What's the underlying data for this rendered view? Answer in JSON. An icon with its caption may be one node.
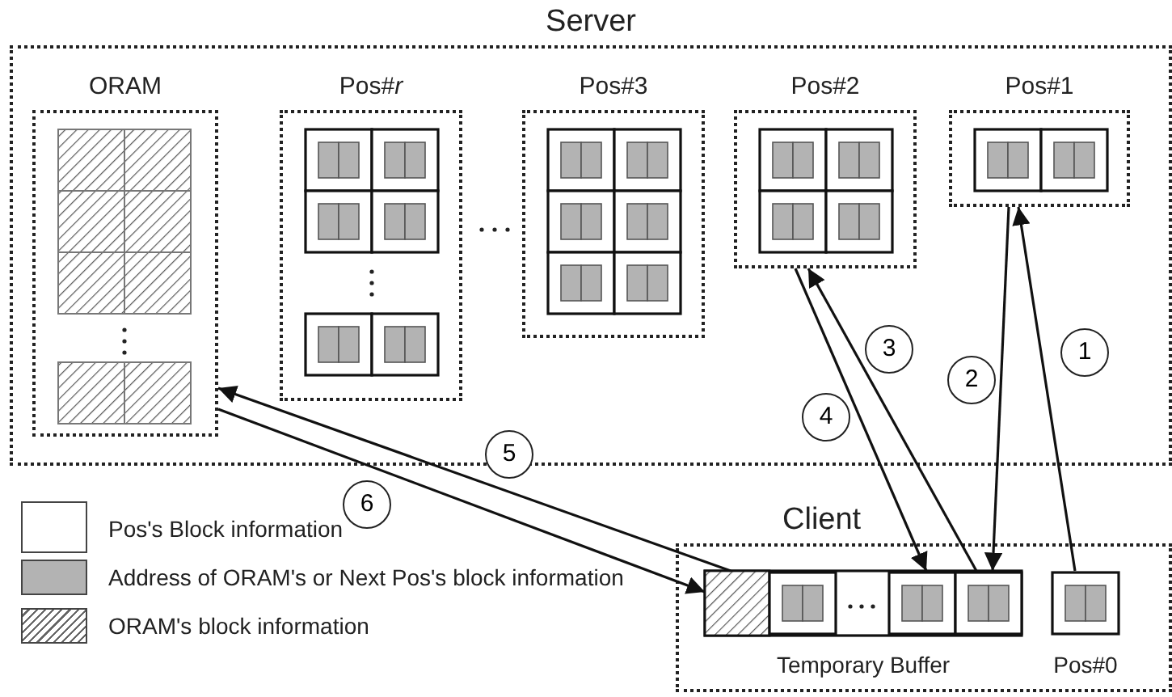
{
  "diagram": {
    "nodes": [
      {
        "text": [
          "Server"
        ]
      },
      {
        "text": [
          "ORAM"
        ],
        "in": 0
      },
      {
        "text": [
          "Pos#*r*"
        ],
        "in": 0
      },
      {
        "text": [
          "Pos#3"
        ],
        "in": 0
      },
      {
        "text": [
          "Pos#2"
        ],
        "in": 0
      },
      {
        "text": [
          "Pos#1"
        ],
        "in": 0
      },
      {
        "text": [
          "Client"
        ]
      },
      {
        "text": [
          "Temporary Buffer"
        ],
        "in": 6
      },
      {
        "text": [
          "Pos#0"
        ],
        "in": 6
      }
    ],
    "edges": [
      {
        "from": 8,
        "to": 5,
        "arrow": "to",
        "label": "1"
      },
      {
        "from": 5,
        "to": 7,
        "arrow": "to",
        "label": "2"
      },
      {
        "from": 7,
        "to": 4,
        "arrow": "to",
        "label": "3"
      },
      {
        "from": 4,
        "to": 7,
        "arrow": "to",
        "label": "4"
      },
      {
        "from": 7,
        "to": 1,
        "arrow": "to",
        "label": "5"
      },
      {
        "from": 1,
        "to": 7,
        "arrow": "to",
        "label": "6"
      }
    ],
    "legend": [
      {
        "text": "Pos's Block information",
        "color": "#ffffff"
      },
      {
        "text": "Address of ORAM's or Next Pos's block information",
        "color": "#b3b3b3"
      },
      {
        "text": "ORAM's block information"
      }
    ]
  }
}
